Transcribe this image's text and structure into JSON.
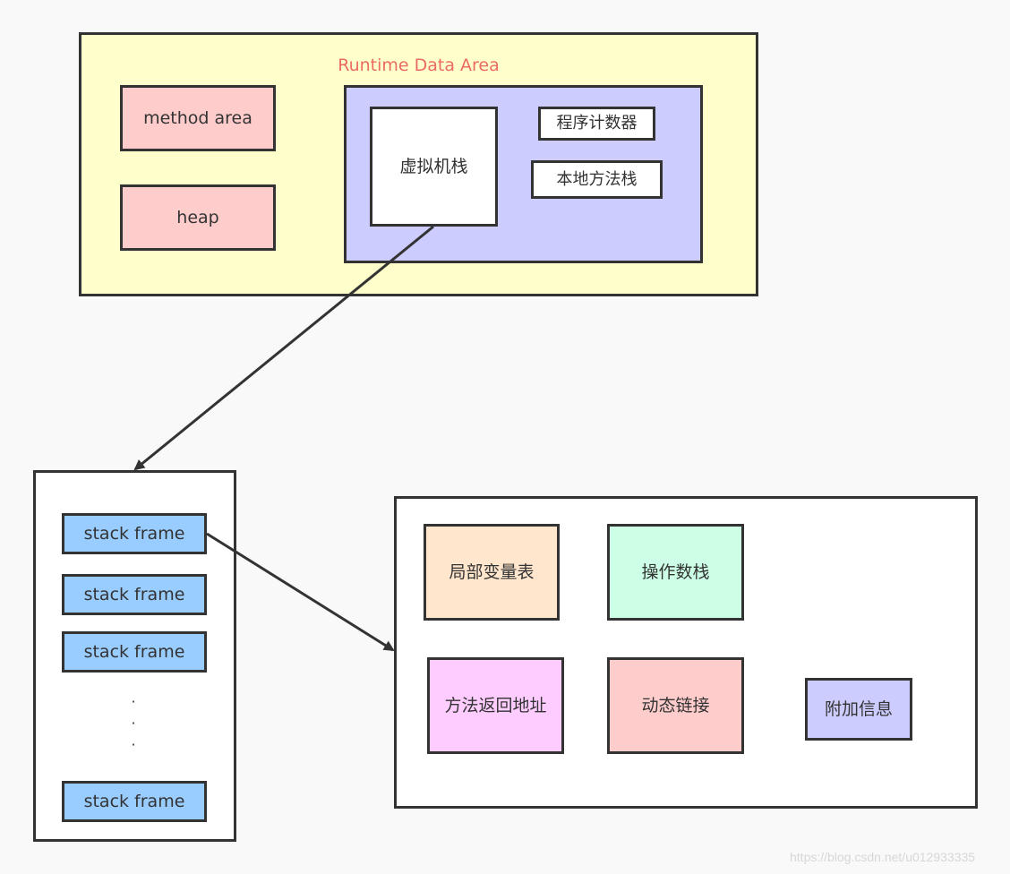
{
  "runtime_data_area": {
    "title": "Runtime Data Area",
    "method_area": "method area",
    "heap": "heap",
    "vm_stack": "虚拟机栈",
    "pc_register": "程序计数器",
    "native_method_stack": "本地方法栈"
  },
  "vm_stack_frames": {
    "frames": [
      "stack frame",
      "stack frame",
      "stack frame",
      "stack frame"
    ],
    "ellipsis": [
      "·",
      "·",
      "·"
    ]
  },
  "stack_frame_detail": {
    "local_variables": "局部变量表",
    "operand_stack": "操作数栈",
    "return_address": "方法返回地址",
    "dynamic_linking": "动态链接",
    "additional_info": "附加信息"
  },
  "watermark": "https://blog.csdn.net/u012933335",
  "colors": {
    "title": "#ea6b66",
    "runtime_area_fill": "#ffffcc",
    "method_heap_fill": "#ffcccc",
    "stacks_group_fill": "#ccccff",
    "stack_frame_fill": "#99ccff",
    "local_vars_fill": "#ffe6cc",
    "operand_stack_fill": "#ccffe6",
    "return_address_fill": "#ffccff",
    "dynamic_linking_fill": "#ffcccc",
    "additional_info_fill": "#ccccff",
    "stroke": "#333333"
  }
}
